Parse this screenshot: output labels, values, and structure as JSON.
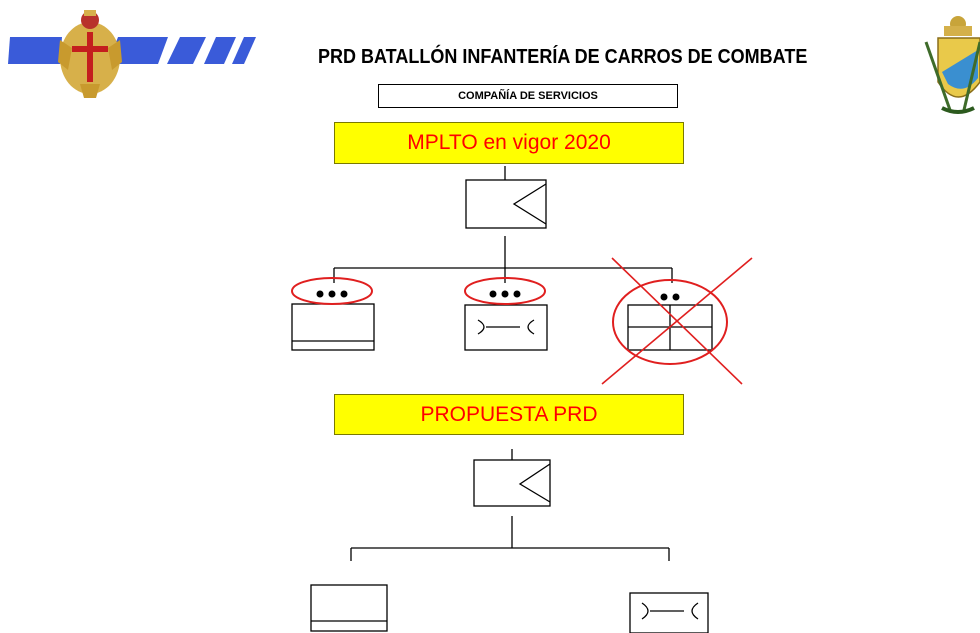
{
  "header": {
    "title": "PRD BATALLÓN INFANTERÍA DE CARROS DE COMBATE",
    "subtitle": "COMPAÑÍA DE SERVICIOS"
  },
  "sections": {
    "current": {
      "label": "MPLTO en vigor 2020"
    },
    "proposal": {
      "label": "PROPUESTA PRD"
    }
  },
  "colors": {
    "highlight_fill": "#ffff00",
    "highlight_text": "#ff0000",
    "strike": "#ff0000",
    "line": "#000000",
    "flag_blue": "#3a5bd9"
  },
  "icons": {
    "left_emblem": "eagle-crest-icon",
    "right_emblem": "shield-crest-icon"
  }
}
